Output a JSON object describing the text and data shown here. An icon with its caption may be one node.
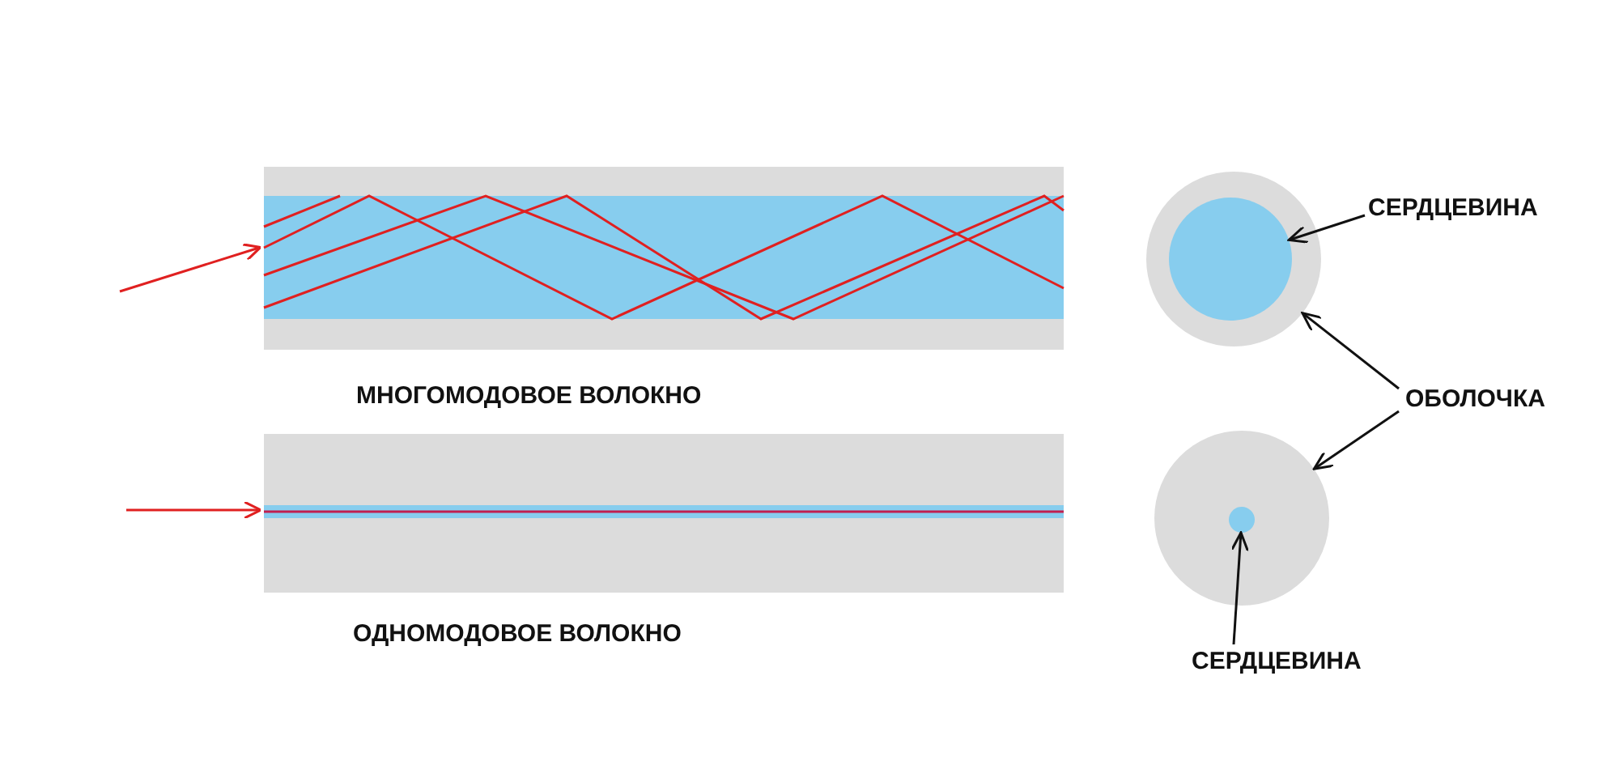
{
  "diagram": {
    "nodes": [
      {
        "text": [
          "СЕРДЦЕВИНА"
        ]
      },
      {
        "text": [],
        "shape": "circle"
      },
      {
        "text": [],
        "shape": "circle",
        "in": 1
      },
      {
        "text": [
          "ОБОЛОЧКА"
        ]
      },
      {
        "text": [],
        "shape": "circle"
      },
      {
        "text": [],
        "shape": "circle",
        "in": 4
      },
      {
        "text": [
          "СЕРДЦЕВИНА"
        ]
      }
    ],
    "edges": [
      {
        "from": 0,
        "to": 2,
        "arrow": "to"
      },
      {
        "from": 3,
        "to": 1,
        "arrow": "to"
      },
      {
        "from": 3,
        "to": 4,
        "arrow": "to"
      },
      {
        "from": 6,
        "to": 5,
        "arrow": "to"
      }
    ],
    "labels": [
      "МНОГОМОДОВОЕ ВОЛОКНО",
      "ОДНОМОДОВОЕ ВОЛОКНО"
    ]
  }
}
